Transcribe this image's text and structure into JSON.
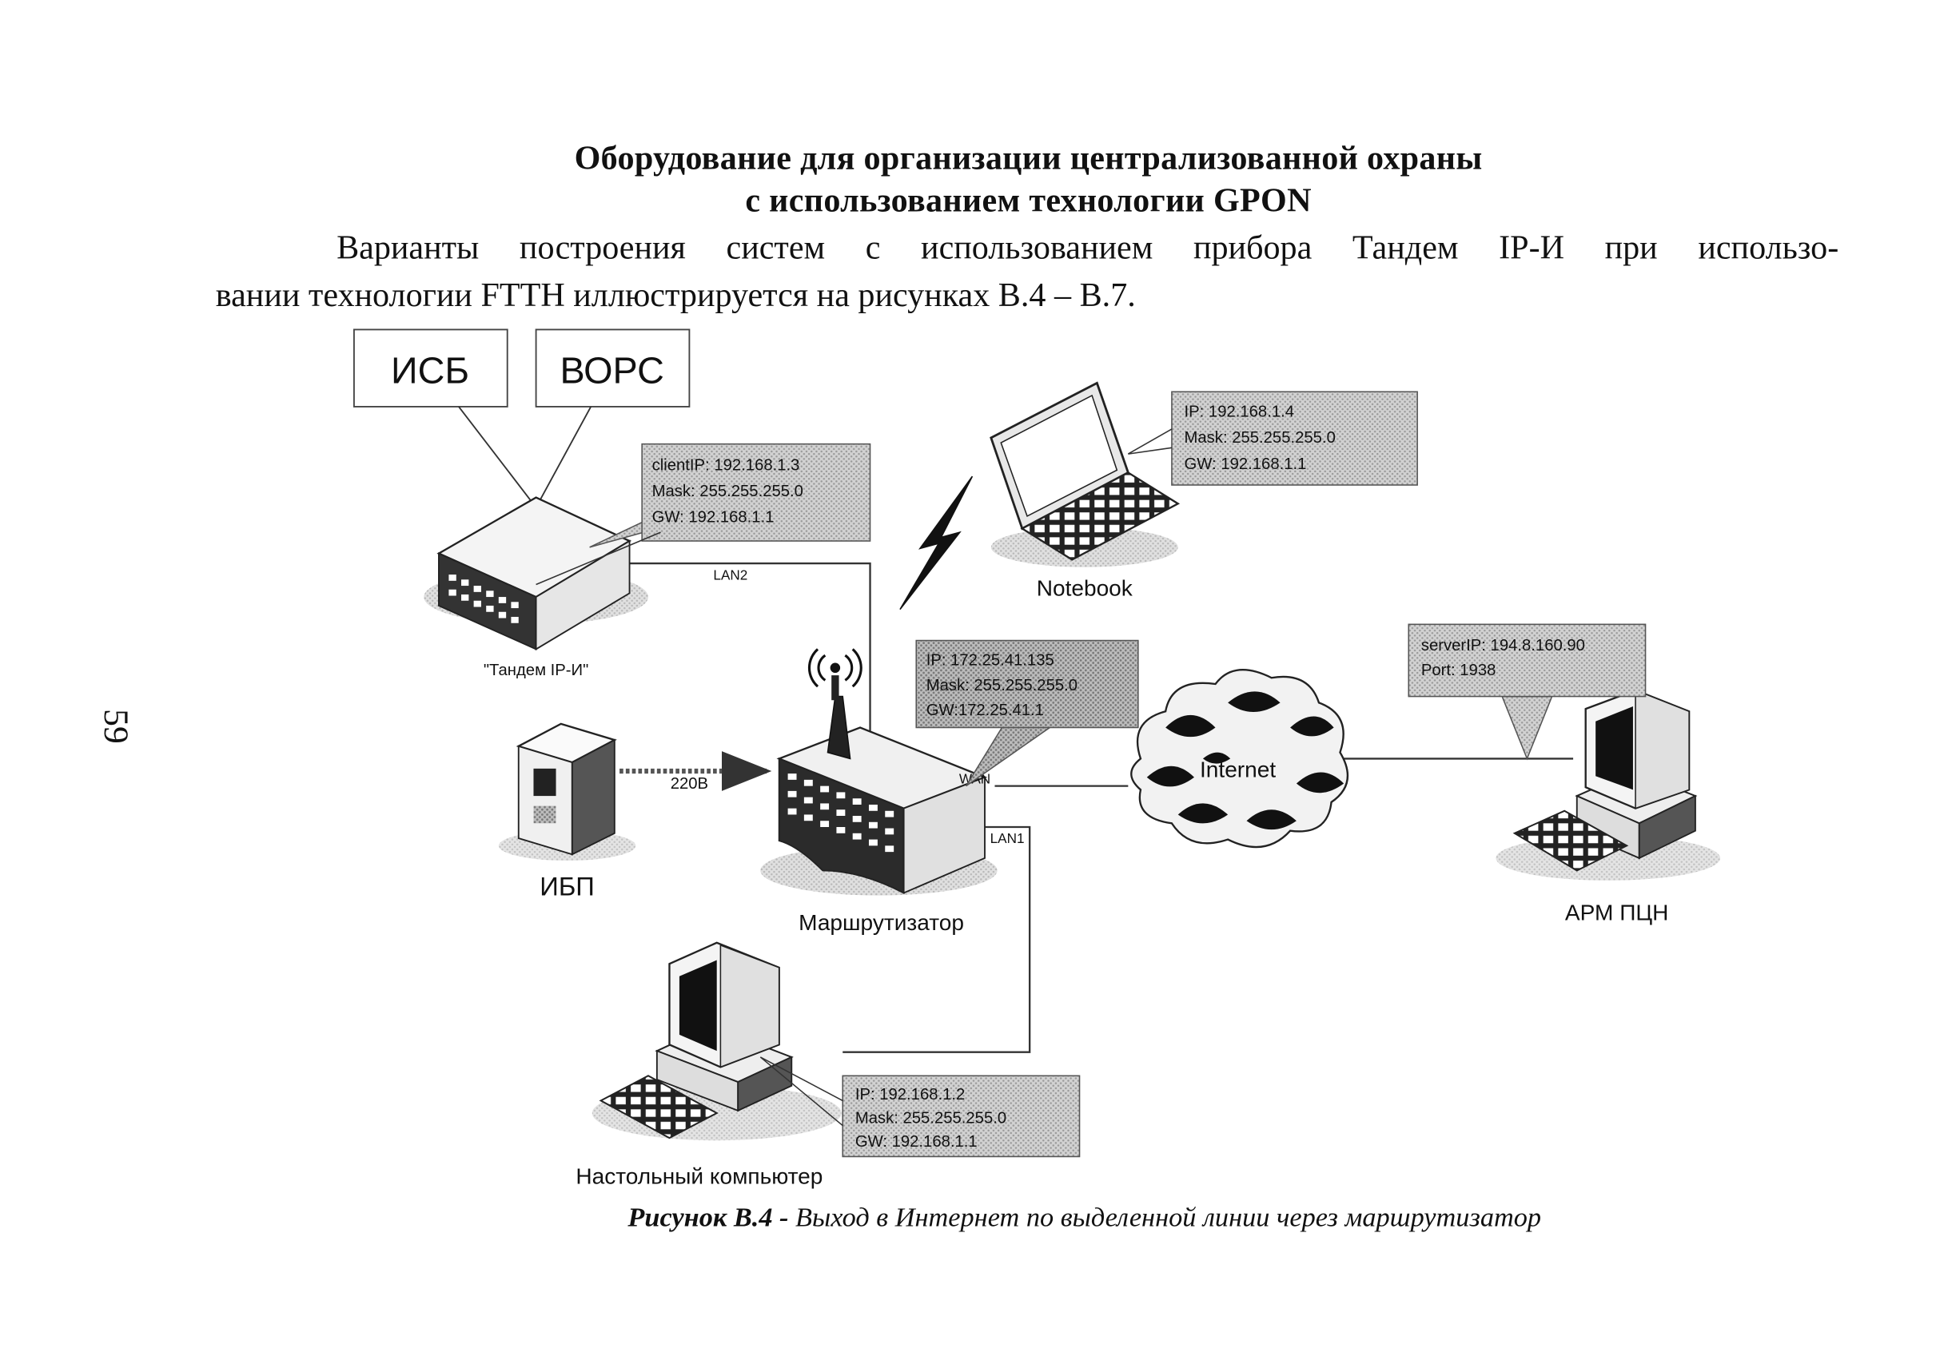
{
  "title": {
    "line1": "Оборудование для организации централизованной охраны",
    "line2": "с использованием технологии GPON"
  },
  "paragraph": {
    "line1": "Варианты построения систем с использованием прибора Тандем IP-И при использо-",
    "line2": "вании технологии FTTH иллюстрируется на рисунках В.4 – В.7."
  },
  "page_number": "59",
  "caption": {
    "label": "Рисунок В.4 -",
    "text": "Выход в Интернет по выделенной линии через маршрутизатор"
  },
  "diagram": {
    "boxes": {
      "isb": "ИСБ",
      "vors": "ВОРС"
    },
    "devices": {
      "tandem": "\"Тандем IP-И\"",
      "notebook": "Notebook",
      "ups": "ИБП",
      "router": "Маршрутизатор",
      "desktop": "Настольный компьютер",
      "arm": "АРМ ПЦН",
      "internet": "Internet"
    },
    "ports": {
      "lan2": "LAN2",
      "lan1": "LAN1",
      "wan": "WAN",
      "power": "220В"
    },
    "notes": {
      "tandem": [
        "clientIP: 192.168.1.3",
        "Mask: 255.255.255.0",
        "GW: 192.168.1.1"
      ],
      "notebook": [
        "IP: 192.168.1.4",
        "Mask: 255.255.255.0",
        "GW: 192.168.1.1"
      ],
      "router": [
        "IP: 172.25.41.135",
        "Mask: 255.255.255.0",
        "GW:172.25.41.1"
      ],
      "server": [
        "serverIP: 194.8.160.90",
        "Port: 1938"
      ],
      "desktop": [
        "IP: 192.168.1.2",
        "Mask: 255.255.255.0",
        "GW: 192.168.1.1"
      ]
    },
    "colors": {
      "note_fill": "#c8c8c8",
      "line": "#222222"
    },
    "icons": [
      "wireless-signal-icon",
      "lightning-icon",
      "cloud-icon"
    ]
  }
}
